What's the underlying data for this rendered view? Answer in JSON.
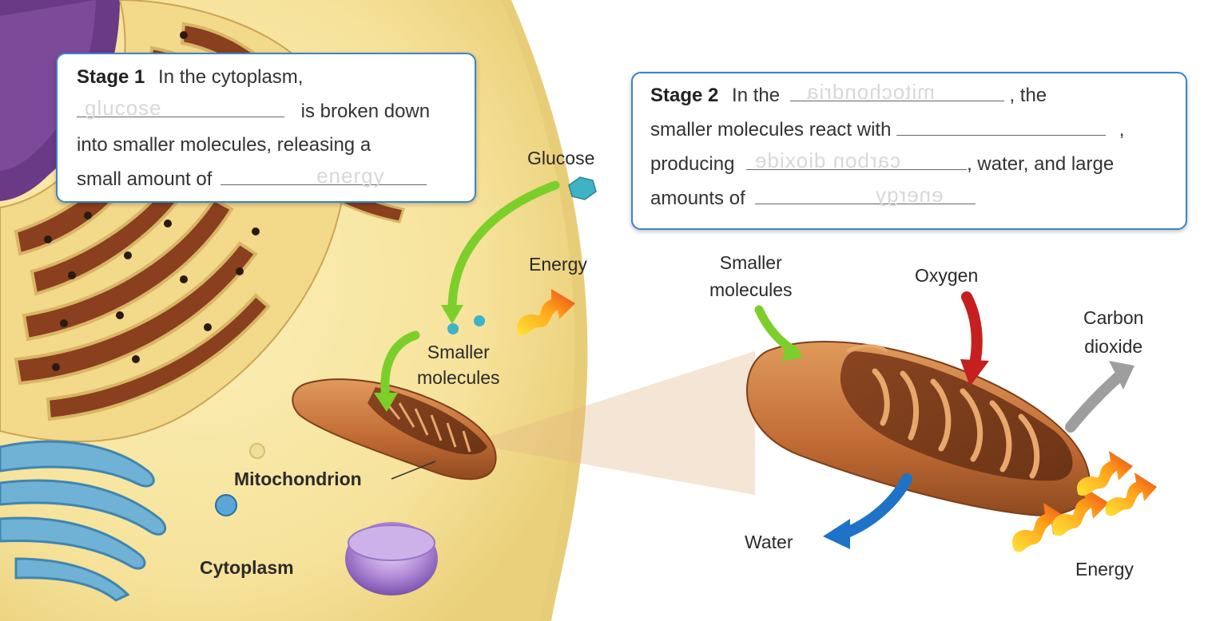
{
  "stage1": {
    "heading": "Stage 1",
    "line1": "In the cytoplasm,",
    "line2_after": "is broken down",
    "line3": "into smaller molecules, releasing a",
    "line4_before": "small amount of",
    "answer1": "glucose",
    "answer2": "energy"
  },
  "stage2": {
    "heading": "Stage 2",
    "line1_before": "In the",
    "line1_after": ", the",
    "answer1": "mitochondria",
    "line2_before": "smaller molecules react with",
    "line2_after": ",",
    "line3_before": "producing",
    "line3_after": ", water, and large",
    "answer3": "carbon dioxide",
    "line4_before": "amounts of",
    "answer4": "energy"
  },
  "labels": {
    "glucose": "Glucose",
    "energy_left": "Energy",
    "smaller_molecules_left_1": "Smaller",
    "smaller_molecules_left_2": "molecules",
    "mitochondrion": "Mitochondrion",
    "cytoplasm": "Cytoplasm",
    "smaller_molecules_right_1": "Smaller",
    "smaller_molecules_right_2": "molecules",
    "oxygen": "Oxygen",
    "carbon_dioxide_1": "Carbon",
    "carbon_dioxide_2": "dioxide",
    "water": "Water",
    "energy_right": "Energy"
  },
  "colors": {
    "cytoplasm": "#f7e7a0",
    "membrane": "#efd77a",
    "mitochondrion": "#c9733a",
    "green_arrow": "#7ccf2a",
    "red_arrow": "#c61f1f",
    "blue_arrow": "#1e73c8",
    "gray_arrow": "#9e9e9e",
    "callout_border": "#3a84c9"
  }
}
